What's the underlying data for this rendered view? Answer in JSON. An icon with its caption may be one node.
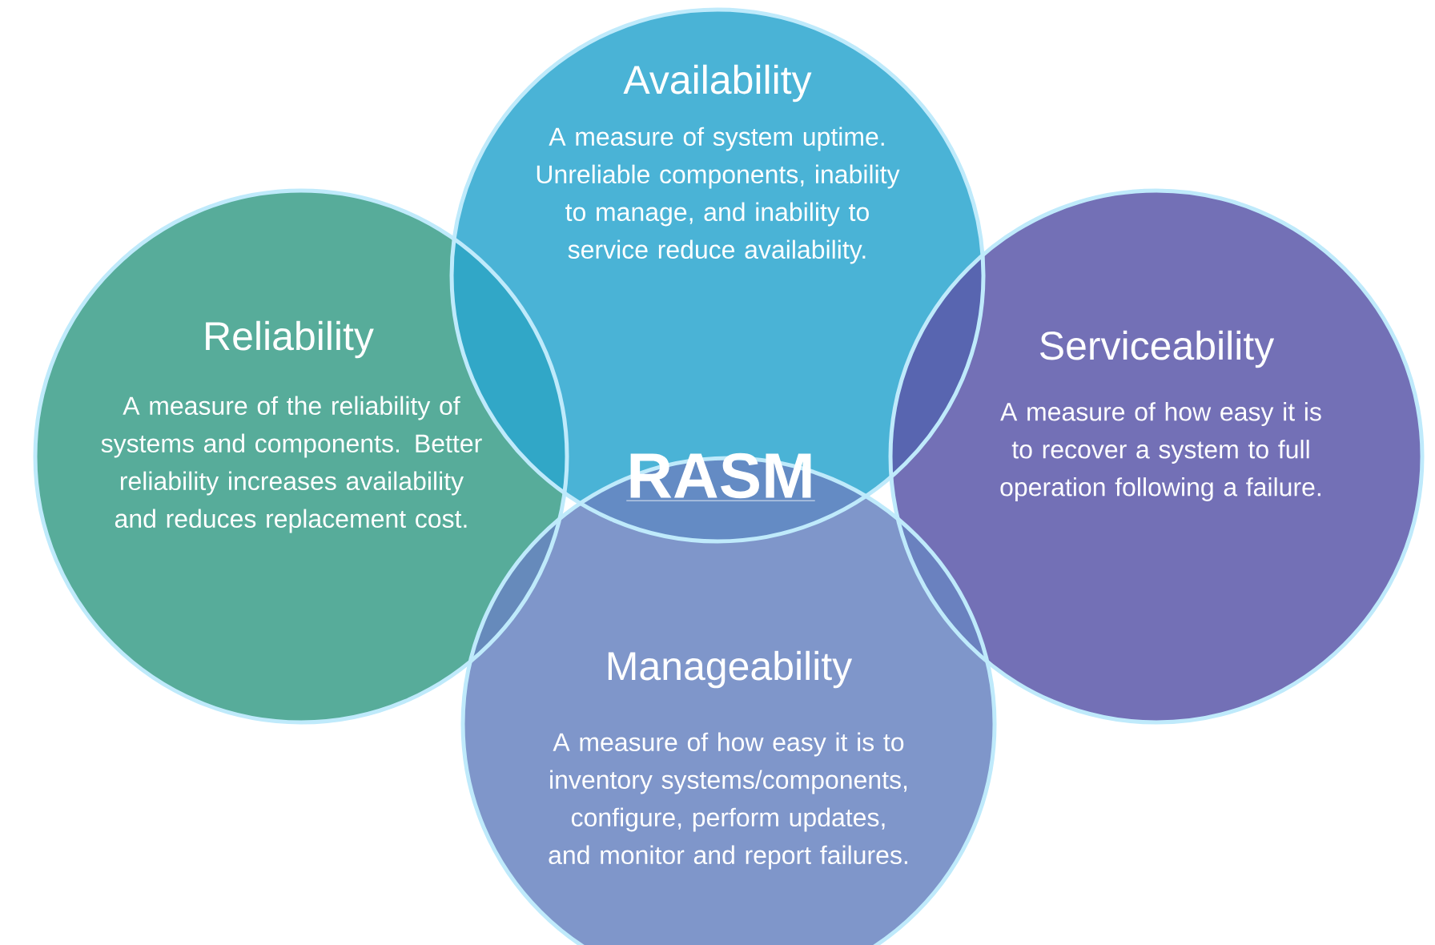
{
  "diagram": {
    "title": "RASM",
    "nodes": [
      {
        "text": [
          "Reliability",
          "A measure of the reliability of systems and components.  Better reliability increases availability and reduces replacement cost."
        ]
      },
      {
        "text": [
          "Availability",
          "A measure of system uptime. Unreliable components, inability to manage, and inability to service reduce availability."
        ]
      },
      {
        "text": [
          "Serviceability",
          "A measure of how easy it is to recover a system to full operation following a failure."
        ]
      },
      {
        "text": [
          "Manageability",
          "A measure of how easy it is to inventory systems/components, configure, perform updates, and monitor and report failures."
        ]
      }
    ]
  }
}
